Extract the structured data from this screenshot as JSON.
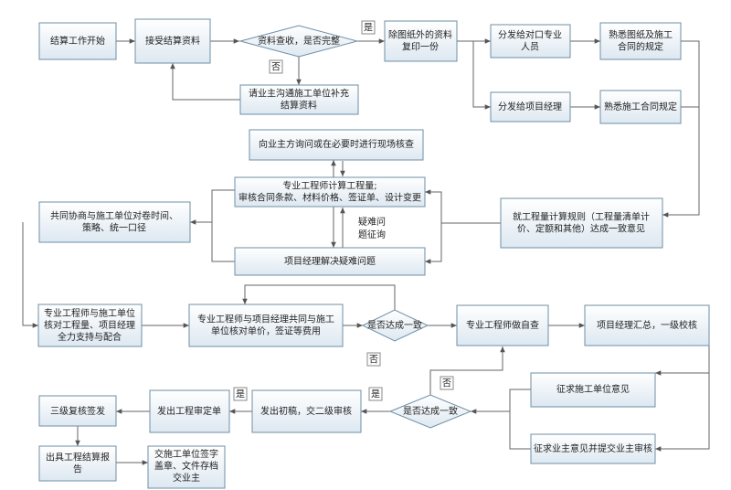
{
  "nodes": {
    "start": [
      "结算工作开始"
    ],
    "receive": [
      "接受结算资料"
    ],
    "check": [
      "资料查收，是否完整"
    ],
    "supplement": [
      "请业主沟通施工单位补充",
      "结算资料"
    ],
    "copy": [
      "除图纸外的资料",
      "复印一份"
    ],
    "dist_pro": [
      "分发给对口专业",
      "人员"
    ],
    "dist_pm": [
      "分发给项目经理"
    ],
    "fam_drawings": [
      "熟悉图纸及施工",
      "合同的规定"
    ],
    "fam_contract": [
      "熟悉施工合同规定"
    ],
    "inquire": [
      "向业主方询问或在必要时进行现场核查"
    ],
    "calc": [
      "专业工程师计算工程量;",
      "审核合同条款、材料价格、签证单、设计变更"
    ],
    "pm_solve": [
      "项目经理解决疑难问题"
    ],
    "rule_agree": [
      "就工程量计算规则（工程量清单计",
      "价、定额和其他）达成一致意见"
    ],
    "negotiate": [
      "共同协商与施工单位对卷时间、",
      "策略、统一口径"
    ],
    "verify_qty": [
      "专业工程师与施工单位",
      "核对工程量、项目经理",
      "全力支持与配合"
    ],
    "verify_price": [
      "专业工程师与项目经理共同与施工",
      "单位核对单价，签证等费用"
    ],
    "agree1": [
      "是否达成一致"
    ],
    "self_check": [
      "专业工程师做自查"
    ],
    "pm_summary": [
      "项目经理汇总，一级校核"
    ],
    "contractor_opinion": [
      "征求施工单位意见"
    ],
    "owner_opinion": [
      "征求业主意见并提交业主审核"
    ],
    "agree2": [
      "是否达成一致"
    ],
    "draft": [
      "发出初稿，交二级审核"
    ],
    "final_issue": [
      "发出工程审定单"
    ],
    "third_review": [
      "三级复核签发"
    ],
    "report": [
      "出具工程结算报",
      "告"
    ],
    "archive": [
      "交施工单位签字",
      "盖章、文件存档",
      "交业主"
    ]
  },
  "labels": {
    "yes1": "是",
    "no1": "否",
    "difficult": [
      "疑难问",
      "题征询"
    ],
    "no2": "否",
    "yes2": "是",
    "no3": "否",
    "yes3": "是"
  }
}
